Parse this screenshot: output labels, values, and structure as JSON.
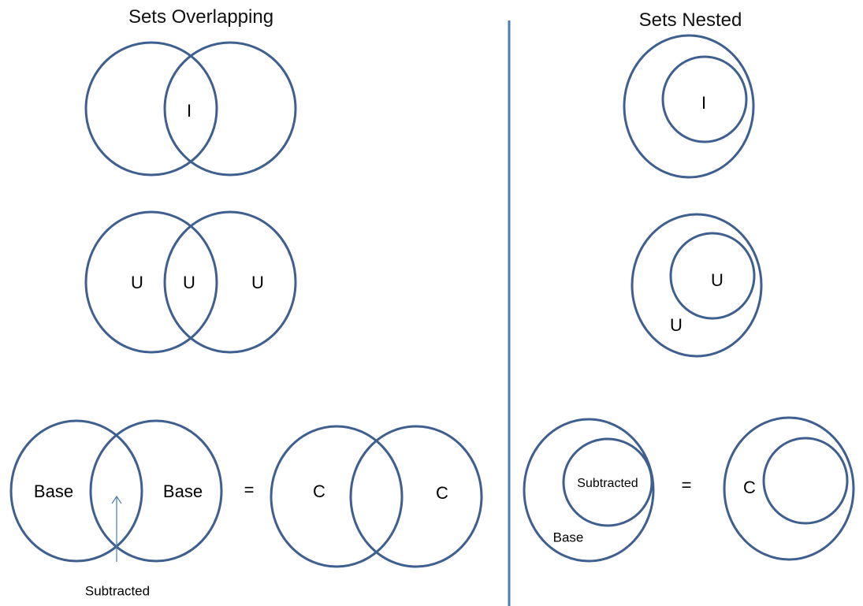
{
  "titles": {
    "overlapping": "Sets Overlapping",
    "nested": "Sets Nested"
  },
  "overlapping": {
    "intersection": {
      "overlap_label": "I"
    },
    "union": {
      "left_label": "U",
      "overlap_label": "U",
      "right_label": "U"
    },
    "complement": {
      "base_left_label": "Base",
      "base_right_label": "Base",
      "equals": "=",
      "result_left_label": "C",
      "result_right_label": "C",
      "subtracted_label": "Subtracted"
    }
  },
  "nested": {
    "intersection": {
      "inner_label": "I"
    },
    "union": {
      "inner_label": "U",
      "outer_label": "U"
    },
    "complement": {
      "inner_label": "Subtracted",
      "outer_label": "Base",
      "equals": "=",
      "result_label": "C"
    }
  },
  "colors": {
    "circle_stroke": "#3f5f8f",
    "divider": "#4a7db0",
    "text": "#000000"
  }
}
